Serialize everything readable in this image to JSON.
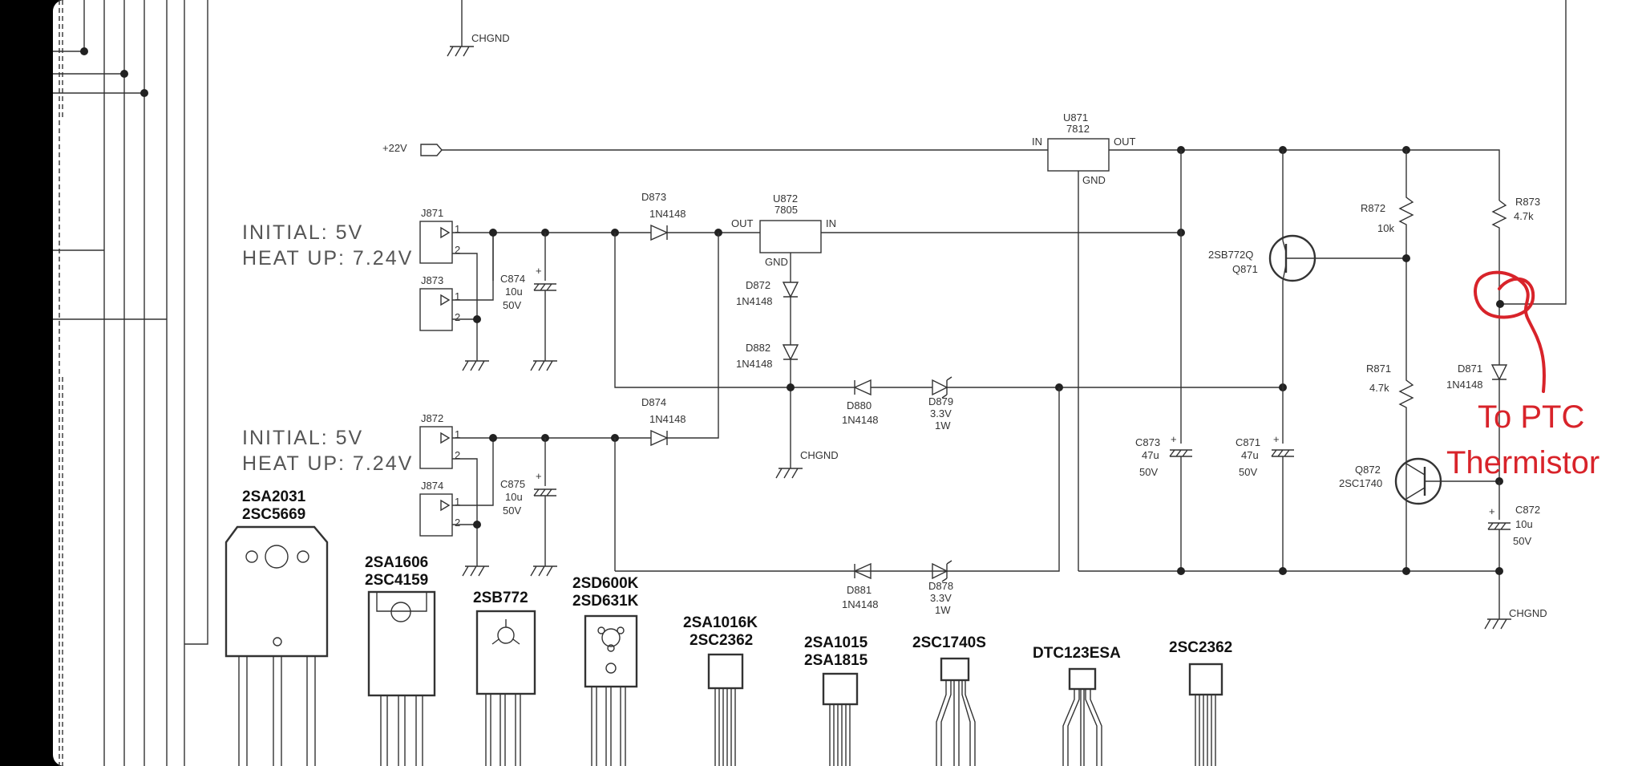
{
  "colors": {
    "sheet": "#ffffff",
    "ink": "#333333",
    "annotation": "#d8232a",
    "frame": "#000000"
  },
  "power": {
    "rail_22v": "+22V",
    "chgnd": "CHGND"
  },
  "regulators": {
    "u871": {
      "ref": "U871",
      "part": "7812",
      "in": "IN",
      "out": "OUT",
      "gnd": "GND"
    },
    "u872": {
      "ref": "U872",
      "part": "7805",
      "in": "IN",
      "out": "OUT",
      "gnd": "GND"
    }
  },
  "notes": {
    "top": {
      "line1": "INITIAL: 5V",
      "line2": "HEAT UP: 7.24V"
    },
    "bottom": {
      "line1": "INITIAL: 5V",
      "line2": "HEAT UP: 7.24V"
    }
  },
  "connectors": {
    "j871": "J871",
    "j873": "J873",
    "j872": "J872",
    "j874": "J874",
    "pin1": "1",
    "pin2": "2"
  },
  "diodes": {
    "d873": {
      "ref": "D873",
      "part": "1N4148"
    },
    "d874": {
      "ref": "D874",
      "part": "1N4148"
    },
    "d872": {
      "ref": "D872",
      "part": "1N4148"
    },
    "d882": {
      "ref": "D882",
      "part": "1N4148"
    },
    "d880": {
      "ref": "D880",
      "part": "1N4148"
    },
    "d881": {
      "ref": "D881",
      "part": "1N4148"
    },
    "d879": {
      "ref": "D879",
      "v": "3.3V",
      "w": "1W"
    },
    "d878": {
      "ref": "D878",
      "v": "3.3V",
      "w": "1W"
    },
    "d871": {
      "ref": "D871",
      "part": "1N4148"
    }
  },
  "capacitors": {
    "c874": {
      "ref": "C874",
      "val": "10u",
      "volt": "50V"
    },
    "c875": {
      "ref": "C875",
      "val": "10u",
      "volt": "50V"
    },
    "c873": {
      "ref": "C873",
      "val": "47u",
      "volt": "50V"
    },
    "c871": {
      "ref": "C871",
      "val": "47u",
      "volt": "50V"
    },
    "c872": {
      "ref": "C872",
      "val": "10u",
      "volt": "50V"
    },
    "plus": "+"
  },
  "resistors": {
    "r872": {
      "ref": "R872",
      "val": "10k"
    },
    "r873": {
      "ref": "R873",
      "val": "4.7k"
    },
    "r871": {
      "ref": "R871",
      "val": "4.7k"
    }
  },
  "transistors": {
    "q871": {
      "part": "2SB772Q",
      "ref": "Q871"
    },
    "q872": {
      "ref": "Q872",
      "part": "2SC1740"
    }
  },
  "annotation": {
    "line1": "To PTC",
    "line2": "Thermistor"
  },
  "packages": [
    {
      "line1": "2SA2031",
      "line2": "2SC5669"
    },
    {
      "line1": "2SA1606",
      "line2": "2SC4159"
    },
    {
      "line1": "2SB772",
      "line2": ""
    },
    {
      "line1": "2SD600K",
      "line2": "2SD631K"
    },
    {
      "line1": "2SA1016K",
      "line2": "2SC2362"
    },
    {
      "line1": "2SA1015",
      "line2": "2SA1815"
    },
    {
      "line1": "2SC1740S",
      "line2": ""
    },
    {
      "line1": "DTC123ESA",
      "line2": ""
    },
    {
      "line1": "2SC2362",
      "line2": ""
    }
  ]
}
